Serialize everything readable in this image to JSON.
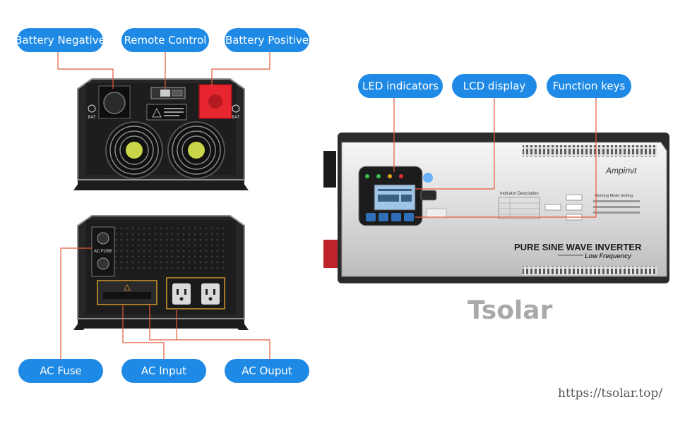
{
  "labels": {
    "battery_negative": "Battery Negative",
    "remote_control": "Remote Control",
    "battery_positive": "Battery Positive",
    "led_indicators": "LED indicators",
    "lcd_display": "LCD display",
    "function_keys": "Function keys",
    "ac_fuse": "AC Fuse",
    "ac_input": "AC Input",
    "ac_output": "AC Ouput"
  },
  "device": {
    "brand": "Ampinvt",
    "title": "PURE SINE WAVE INVERTER",
    "subtitle": "Low Frequency",
    "indicator_description": "Indicator Description",
    "working_mode_setting": "Working Mode Setting",
    "ac_fuse_panel": "AC FUSE",
    "bat_left": "BAT",
    "bat_right": "BAT"
  },
  "watermark": "Tsolar",
  "url": "https://tsolar.top/",
  "colors": {
    "pill": "#1e8ae6",
    "leader": "#e45a3b",
    "terminal_red": "#e8262f"
  }
}
